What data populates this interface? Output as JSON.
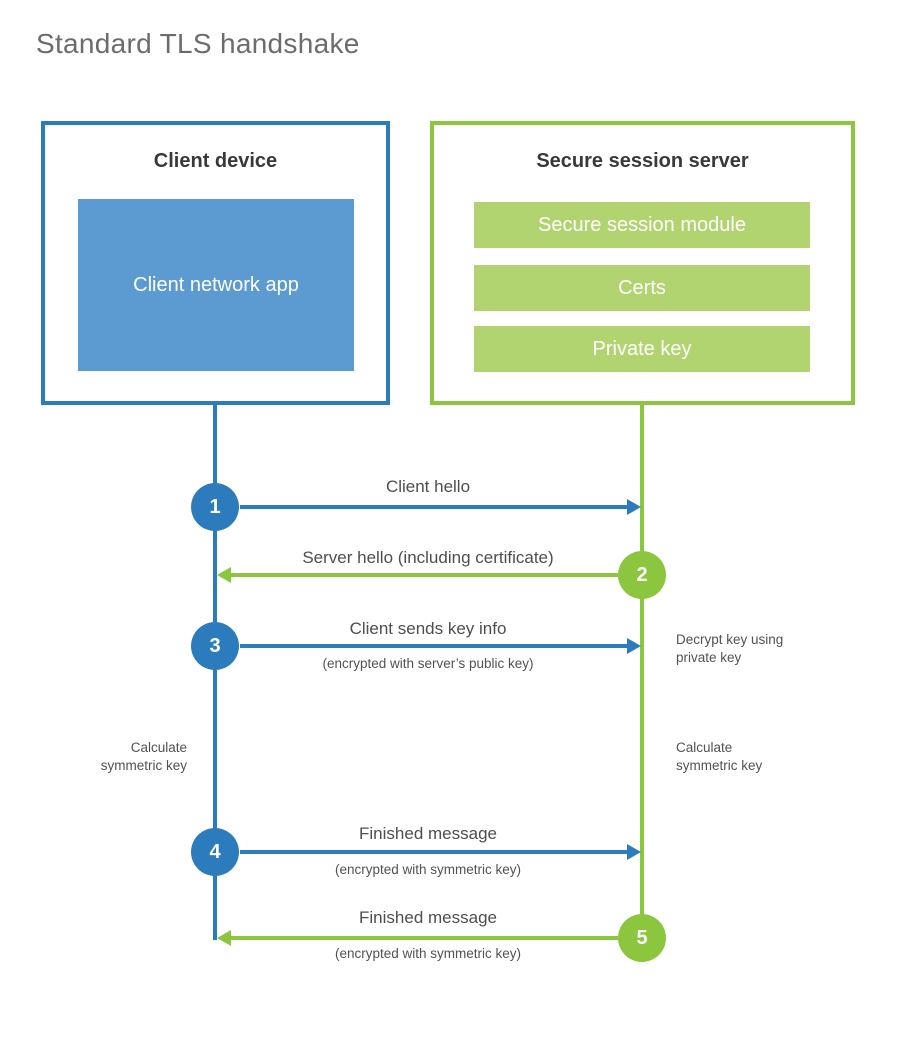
{
  "title": "Standard TLS handshake",
  "colors": {
    "blue": "#2b7bbd",
    "blue_fill": "#5c9ad2",
    "green": "#8cc63f",
    "green_fill": "#b2d470"
  },
  "client": {
    "title": "Client device",
    "app_label": "Client network app"
  },
  "server": {
    "title": "Secure session server",
    "modules": [
      "Secure session module",
      "Certs",
      "Private key"
    ]
  },
  "steps": [
    {
      "num": "1",
      "label": "Client hello",
      "sub": "",
      "direction": "client-to-server"
    },
    {
      "num": "2",
      "label": "Server hello (including certificate)",
      "sub": "",
      "direction": "server-to-client"
    },
    {
      "num": "3",
      "label": "Client sends key info",
      "sub": "(encrypted with server’s public key)",
      "direction": "client-to-server"
    },
    {
      "num": "4",
      "label": "Finished message",
      "sub": "(encrypted with symmetric key)",
      "direction": "client-to-server"
    },
    {
      "num": "5",
      "label": "Finished message",
      "sub": "(encrypted with symmetric key)",
      "direction": "server-to-client"
    }
  ],
  "notes": {
    "decrypt": "Decrypt key using private key",
    "calc_left": "Calculate symmetric key",
    "calc_right": "Calculate symmetric key"
  }
}
